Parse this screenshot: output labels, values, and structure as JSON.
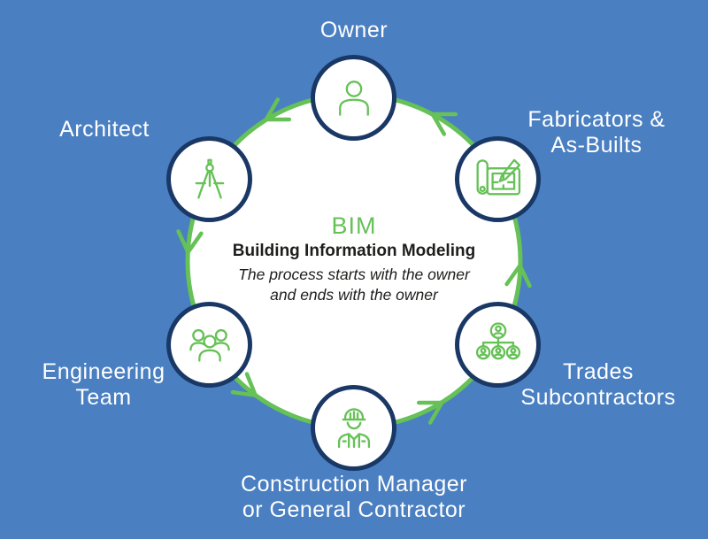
{
  "diagram": {
    "type": "cycle",
    "flow_direction": "counterclockwise",
    "arrow_count": 6
  },
  "center": {
    "title": "BIM",
    "subtitle": "Building Information Modeling",
    "tagline": [
      "The process starts with the owner",
      "and ends with the owner"
    ]
  },
  "nodes": [
    {
      "id": "owner",
      "label": [
        "Owner"
      ],
      "icon": "person-icon",
      "position": "top"
    },
    {
      "id": "architect",
      "label": [
        "Architect"
      ],
      "icon": "drafting-compass-icon",
      "position": "top-left"
    },
    {
      "id": "engineering-team",
      "label": [
        "Engineering",
        "Team"
      ],
      "icon": "team-icon",
      "position": "bottom-left"
    },
    {
      "id": "construction-manager",
      "label": [
        "Construction Manager",
        "or General Contractor"
      ],
      "icon": "construction-worker-icon",
      "position": "bottom"
    },
    {
      "id": "trades-subcontractors",
      "label": [
        "Trades",
        "Subcontractors"
      ],
      "icon": "org-chart-icon",
      "position": "bottom-right"
    },
    {
      "id": "fabricators-as-builts",
      "label": [
        "Fabricators &",
        "As-Builts"
      ],
      "icon": "blueprint-pencil-icon",
      "position": "top-right"
    }
  ],
  "colors": {
    "background_blue": "#4a7fc1",
    "ring_green": "#66c157",
    "node_border_navy": "#1a3866",
    "node_fill_white": "#ffffff",
    "label_white": "#ffffff",
    "center_text_dark": "#1e1e1c"
  }
}
